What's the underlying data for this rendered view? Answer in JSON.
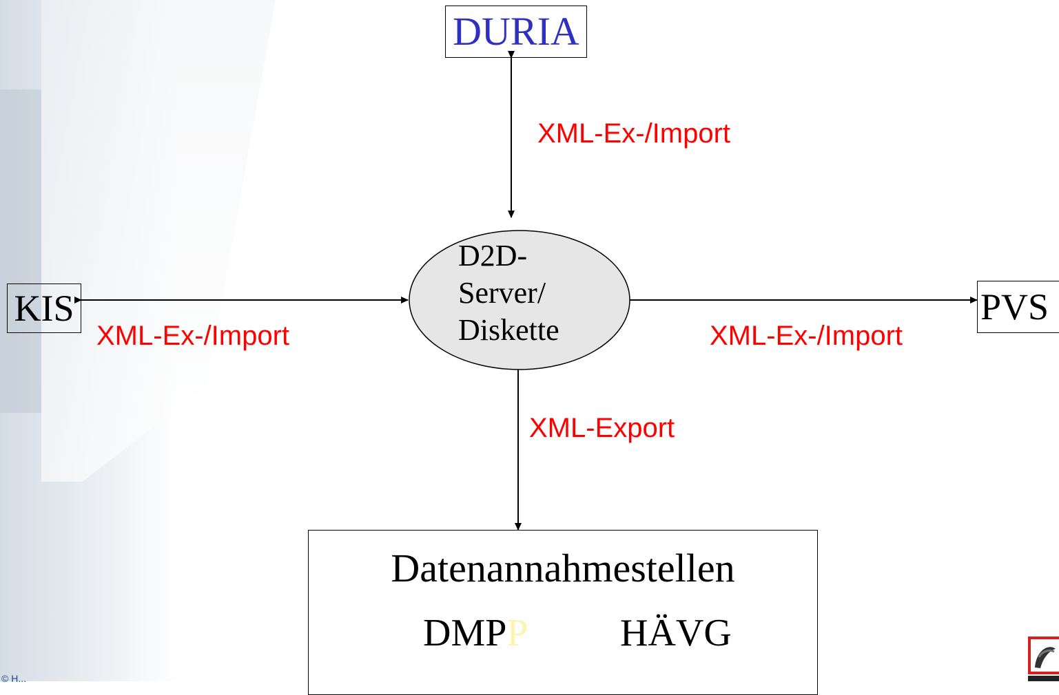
{
  "nodes": {
    "duria": "DURIA",
    "kis": "KIS",
    "pvs": "PVS",
    "server_line1": "D2D-",
    "server_line2": "Server/",
    "server_line3": "Diskette",
    "datenannahme_title": "Datenannahmestellen",
    "dmp": "DMP",
    "dmp_faded": "P",
    "haevg": "HÄVG"
  },
  "edges": {
    "duria_label": "XML-Ex-/Import",
    "kis_label": "XML-Ex-/Import",
    "pvs_label": "XML-Ex-/Import",
    "export_label": "XML-Export"
  },
  "footer": {
    "text": "© H..."
  },
  "colors": {
    "duria_text": "#3030c0",
    "edge_label": "#ff0000",
    "server_fill": "#e6e6e6"
  }
}
